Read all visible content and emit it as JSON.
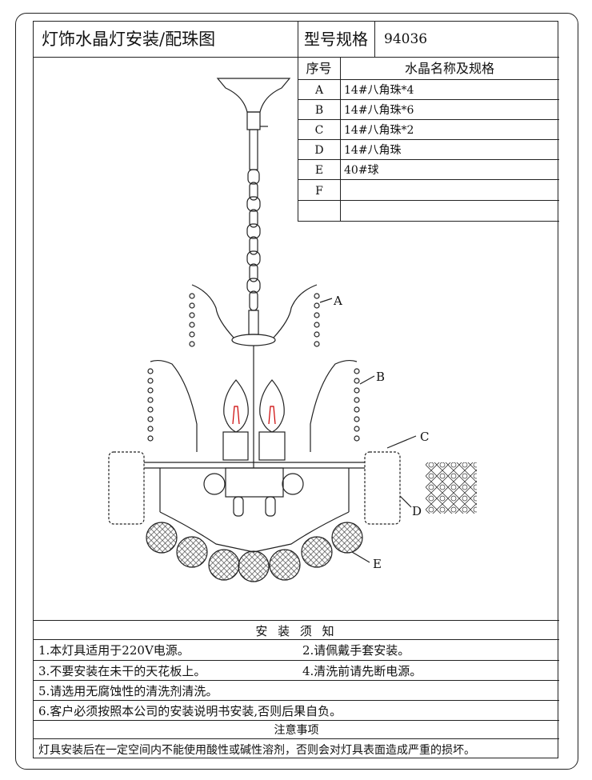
{
  "header": {
    "title": "灯饰水晶灯安装/配珠图",
    "model_label": "型号规格",
    "model_value": "94036"
  },
  "parts_table": {
    "col_seq": "序号",
    "col_spec": "水晶名称及规格",
    "rows": [
      {
        "code": "A",
        "spec": "14#八角珠*4"
      },
      {
        "code": "B",
        "spec": "14#八角珠*6"
      },
      {
        "code": "C",
        "spec": "14#八角珠*2"
      },
      {
        "code": "D",
        "spec": "14#八角珠"
      },
      {
        "code": "E",
        "spec": "40#球"
      },
      {
        "code": "F",
        "spec": ""
      }
    ]
  },
  "callouts": [
    "A",
    "B",
    "C",
    "D",
    "E"
  ],
  "notice": {
    "title": "安 装 须 知",
    "items": [
      "1.本灯具适用于220V电源。",
      "2.请佩戴手套安装。",
      "3.不要安装在未干的天花板上。",
      "4.清洗前请先断电源。",
      "5.请选用无腐蚀性的清洗剂清洗。",
      "6.客户必须按照本公司的安装说明书安装,否则后果自负。"
    ],
    "caution_title": "注意事项",
    "caution_text": "灯具安装后在一定空间内不能使用酸性或碱性溶剂，否则会对灯具表面造成严重的损坏。"
  }
}
